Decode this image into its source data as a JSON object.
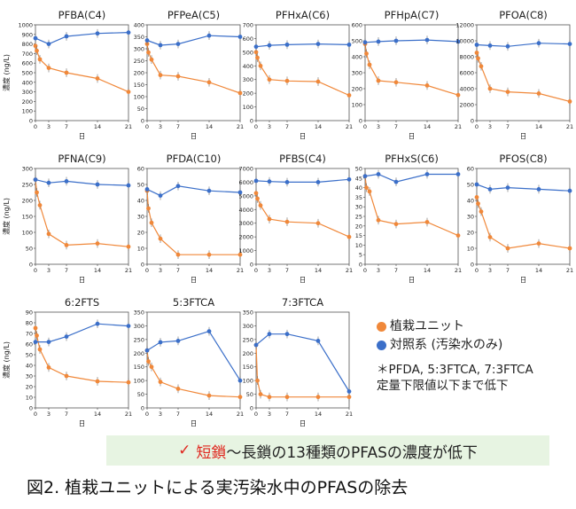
{
  "colors": {
    "planted": "#f0883a",
    "control": "#3b6fc9",
    "axis": "#555555",
    "banner_bg": "#e7f4e2",
    "highlight": "#e0271f"
  },
  "xlabel": "日",
  "ylabel": "濃度 (ng/L)",
  "legend": {
    "planted": "植栽ユニット",
    "control": "対照系 (汚染水のみ)",
    "note_line1": "＊PFDA, 5:3FTCA, 7:3FTCA",
    "note_line2": "定量下限値以下まで低下"
  },
  "banner": {
    "check_icon": "✓",
    "highlight": "短鎖",
    "text": "～長鎖の13種類のPFASの濃度が低下"
  },
  "caption": "図2. 植栽ユニットによる実汚染水中のPFASの除去",
  "chart_data": [
    {
      "type": "line",
      "title": "PFBA(C4)",
      "ylim": [
        0,
        1000
      ],
      "yticks": [
        0,
        100,
        200,
        300,
        400,
        500,
        600,
        700,
        800,
        900,
        1000
      ],
      "xticks": [
        0,
        3,
        7,
        14,
        21
      ],
      "series": [
        {
          "name": "植栽ユニット",
          "x": [
            0,
            0.3,
            1,
            3,
            7,
            14,
            21
          ],
          "y": [
            780,
            730,
            640,
            550,
            500,
            440,
            300
          ]
        },
        {
          "name": "対照系 (汚染水のみ)",
          "x": [
            0,
            3,
            7,
            14,
            21
          ],
          "y": [
            860,
            800,
            880,
            910,
            920
          ]
        }
      ]
    },
    {
      "type": "line",
      "title": "PFPeA(C5)",
      "ylim": [
        0,
        400
      ],
      "yticks": [
        0,
        50,
        100,
        150,
        200,
        250,
        300,
        350,
        400
      ],
      "xticks": [
        0,
        3,
        7,
        14,
        21
      ],
      "series": [
        {
          "name": "植栽ユニット",
          "x": [
            0,
            0.3,
            1,
            3,
            7,
            14,
            21
          ],
          "y": [
            320,
            285,
            255,
            190,
            185,
            160,
            115
          ]
        },
        {
          "name": "対照系 (汚染水のみ)",
          "x": [
            0,
            3,
            7,
            14,
            21
          ],
          "y": [
            335,
            315,
            320,
            355,
            350
          ]
        }
      ]
    },
    {
      "type": "line",
      "title": "PFHxA(C6)",
      "ylim": [
        0,
        700
      ],
      "yticks": [
        0,
        100,
        200,
        300,
        400,
        500,
        600,
        700
      ],
      "xticks": [
        0,
        3,
        7,
        14,
        21
      ],
      "series": [
        {
          "name": "植栽ユニット",
          "x": [
            0,
            0.3,
            1,
            3,
            7,
            14,
            21
          ],
          "y": [
            500,
            460,
            400,
            300,
            290,
            285,
            185
          ]
        },
        {
          "name": "対照系 (汚染水のみ)",
          "x": [
            0,
            3,
            7,
            14,
            21
          ],
          "y": [
            540,
            550,
            555,
            560,
            555
          ]
        }
      ]
    },
    {
      "type": "line",
      "title": "PFHpA(C7)",
      "ylim": [
        0,
        600
      ],
      "yticks": [
        0,
        100,
        200,
        300,
        400,
        500,
        600
      ],
      "xticks": [
        0,
        3,
        7,
        14,
        21
      ],
      "series": [
        {
          "name": "植栽ユニット",
          "x": [
            0,
            0.3,
            1,
            3,
            7,
            14,
            21
          ],
          "y": [
            480,
            420,
            350,
            250,
            240,
            220,
            160
          ]
        },
        {
          "name": "対照系 (汚染水のみ)",
          "x": [
            0,
            3,
            7,
            14,
            21
          ],
          "y": [
            490,
            495,
            500,
            505,
            495
          ]
        }
      ]
    },
    {
      "type": "line",
      "title": "PFOA(C8)",
      "ylim": [
        0,
        12000
      ],
      "yticks": [
        0,
        2000,
        4000,
        6000,
        8000,
        10000,
        12000
      ],
      "xticks": [
        0,
        3,
        7,
        14,
        21
      ],
      "series": [
        {
          "name": "植栽ユニット",
          "x": [
            0,
            0.3,
            1,
            3,
            7,
            14,
            21
          ],
          "y": [
            8500,
            7800,
            6800,
            4000,
            3600,
            3400,
            2400
          ]
        },
        {
          "name": "対照系 (汚染水のみ)",
          "x": [
            0,
            3,
            7,
            14,
            21
          ],
          "y": [
            9500,
            9400,
            9300,
            9700,
            9600
          ]
        }
      ]
    },
    {
      "type": "line",
      "title": "PFNA(C9)",
      "ylim": [
        0,
        300
      ],
      "yticks": [
        0,
        50,
        100,
        150,
        200,
        250,
        300
      ],
      "xticks": [
        0,
        3,
        7,
        14,
        21
      ],
      "series": [
        {
          "name": "植栽ユニット",
          "x": [
            0,
            0.3,
            1,
            3,
            7,
            14,
            21
          ],
          "y": [
            265,
            225,
            185,
            95,
            60,
            65,
            55
          ]
        },
        {
          "name": "対照系 (汚染水のみ)",
          "x": [
            0,
            3,
            7,
            14,
            21
          ],
          "y": [
            265,
            255,
            260,
            250,
            247
          ]
        }
      ]
    },
    {
      "type": "line",
      "title": "PFDA(C10)",
      "ylim": [
        0,
        60
      ],
      "yticks": [
        0,
        10,
        20,
        30,
        40,
        50,
        60
      ],
      "xticks": [
        0,
        3,
        7,
        14,
        21
      ],
      "series": [
        {
          "name": "植栽ユニット",
          "x": [
            0,
            0.3,
            1,
            3,
            7,
            14,
            21
          ],
          "y": [
            46,
            35,
            26,
            16,
            6,
            6,
            6
          ]
        },
        {
          "name": "対照系 (汚染水のみ)",
          "x": [
            0,
            3,
            7,
            14,
            21
          ],
          "y": [
            47,
            43,
            49,
            46,
            45
          ]
        }
      ]
    },
    {
      "type": "line",
      "title": "PFBS(C4)",
      "ylim": [
        0,
        7000
      ],
      "yticks": [
        0,
        1000,
        2000,
        3000,
        4000,
        5000,
        6000,
        7000
      ],
      "xticks": [
        0,
        3,
        7,
        14,
        21
      ],
      "series": [
        {
          "name": "植栽ユニット",
          "x": [
            0,
            0.3,
            1,
            3,
            7,
            14,
            21
          ],
          "y": [
            5200,
            4800,
            4300,
            3300,
            3100,
            3000,
            2000
          ]
        },
        {
          "name": "対照系 (汚染水のみ)",
          "x": [
            0,
            3,
            7,
            14,
            21
          ],
          "y": [
            6100,
            6050,
            6000,
            6000,
            6200
          ]
        }
      ]
    },
    {
      "type": "line",
      "title": "PFHxS(C6)",
      "ylim": [
        0,
        50
      ],
      "yticks": [
        0,
        5,
        10,
        15,
        20,
        25,
        30,
        35,
        40,
        45,
        50
      ],
      "xticks": [
        0,
        3,
        7,
        14,
        21
      ],
      "series": [
        {
          "name": "植栽ユニット",
          "x": [
            0,
            0.3,
            1,
            3,
            7,
            14,
            21
          ],
          "y": [
            46,
            40,
            38,
            23,
            21,
            22,
            15
          ]
        },
        {
          "name": "対照系 (汚染水のみ)",
          "x": [
            0,
            3,
            7,
            14,
            21
          ],
          "y": [
            46,
            47,
            43,
            47,
            47
          ]
        }
      ]
    },
    {
      "type": "line",
      "title": "PFOS(C8)",
      "ylim": [
        0,
        60
      ],
      "yticks": [
        0,
        10,
        20,
        30,
        40,
        50,
        60
      ],
      "xticks": [
        0,
        3,
        7,
        14,
        21
      ],
      "series": [
        {
          "name": "植栽ユニット",
          "x": [
            0,
            0.3,
            1,
            3,
            7,
            14,
            21
          ],
          "y": [
            42,
            38,
            33,
            17,
            10,
            13,
            10
          ]
        },
        {
          "name": "対照系 (汚染水のみ)",
          "x": [
            0,
            3,
            7,
            14,
            21
          ],
          "y": [
            50,
            47,
            48,
            47,
            46
          ]
        }
      ]
    },
    {
      "type": "line",
      "title": "6:2FTS",
      "ylim": [
        0,
        90
      ],
      "yticks": [
        0,
        10,
        20,
        30,
        40,
        50,
        60,
        70,
        80,
        90
      ],
      "xticks": [
        0,
        3,
        7,
        14,
        21
      ],
      "series": [
        {
          "name": "植栽ユニット",
          "x": [
            0,
            0.3,
            1,
            3,
            7,
            14,
            21
          ],
          "y": [
            75,
            68,
            55,
            38,
            30,
            25,
            24
          ]
        },
        {
          "name": "対照系 (汚染水のみ)",
          "x": [
            0,
            3,
            7,
            14,
            21
          ],
          "y": [
            62,
            62,
            67,
            79,
            77
          ]
        }
      ]
    },
    {
      "type": "line",
      "title": "5:3FTCA",
      "ylim": [
        0,
        350
      ],
      "yticks": [
        0,
        50,
        100,
        150,
        200,
        250,
        300,
        350
      ],
      "xticks": [
        0,
        3,
        7,
        14,
        21
      ],
      "series": [
        {
          "name": "植栽ユニット",
          "x": [
            0,
            0.3,
            1,
            3,
            7,
            14,
            21
          ],
          "y": [
            210,
            170,
            150,
            95,
            70,
            45,
            40
          ]
        },
        {
          "name": "対照系 (汚染水のみ)",
          "x": [
            0,
            3,
            7,
            14,
            21
          ],
          "y": [
            210,
            240,
            245,
            280,
            100
          ]
        }
      ]
    },
    {
      "type": "line",
      "title": "7:3FTCA",
      "ylim": [
        0,
        350
      ],
      "yticks": [
        0,
        50,
        100,
        150,
        200,
        250,
        300,
        350
      ],
      "xticks": [
        0,
        3,
        7,
        14,
        21
      ],
      "series": [
        {
          "name": "植栽ユニット",
          "x": [
            0,
            0.3,
            1,
            3,
            7,
            14,
            21
          ],
          "y": [
            230,
            100,
            50,
            40,
            40,
            40,
            40
          ]
        },
        {
          "name": "対照系 (汚染水のみ)",
          "x": [
            0,
            3,
            7,
            14,
            21
          ],
          "y": [
            230,
            270,
            270,
            245,
            60
          ]
        }
      ]
    }
  ]
}
